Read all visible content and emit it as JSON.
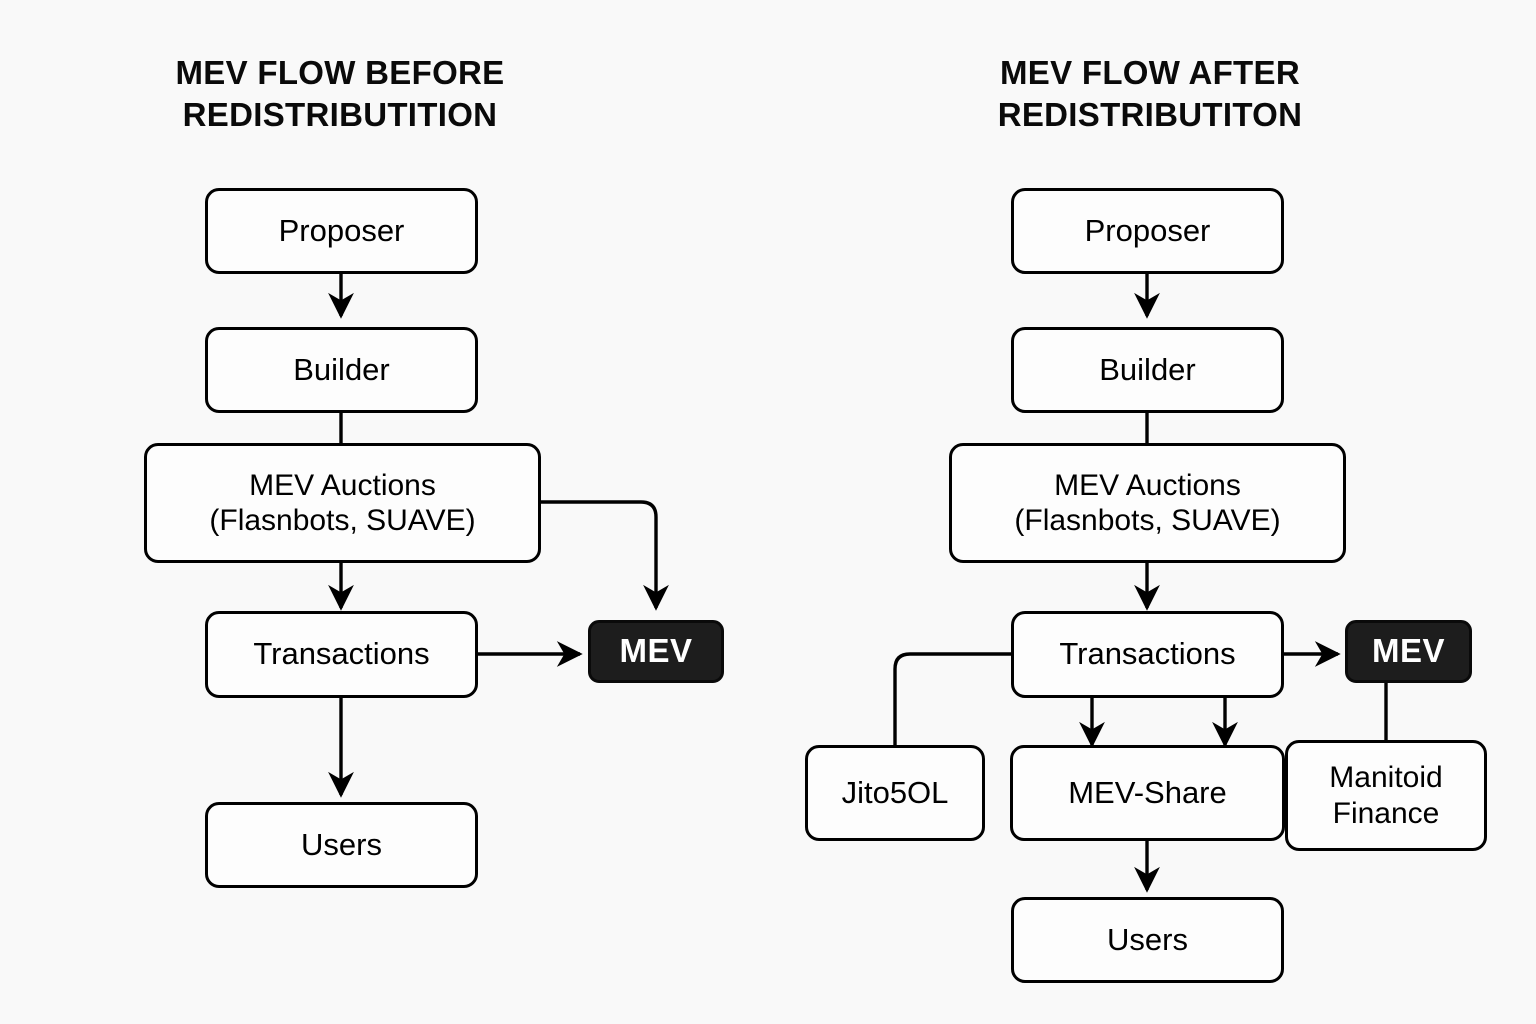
{
  "diagram": {
    "background_color": "#f9f9f9",
    "line_color": "#000000",
    "node_fill": "#fdfdfd",
    "mev_fill": "#1d1d1d",
    "mev_text_color": "#ffffff"
  },
  "panels": {
    "left": {
      "title": "MEV FLOW BEFORE\nREDISTRIBUTITION",
      "nodes": {
        "proposer": "Proposer",
        "builder": "Builder",
        "mev_auctions": "MEV Auctions\n(Flasnbots, SUAVE)",
        "transactions": "Transactions",
        "mev": "MEV",
        "users": "Users"
      }
    },
    "right": {
      "title": "MEV FLOW AFTER\nREDISTRIBUTITON",
      "nodes": {
        "proposer": "Proposer",
        "builder": "Builder",
        "mev_auctions": "MEV Auctions\n(Flasnbots, SUAVE)",
        "transactions": "Transactions",
        "mev": "MEV",
        "jito": "Jito5OL",
        "mev_share": "MEV-Share",
        "manitoid": "Manitoid\nFinance",
        "users": "Users"
      }
    }
  },
  "chart_data": {
    "type": "diagram",
    "title": "MEV flow before and after redistribution",
    "panels": [
      {
        "name": "MEV FLOW BEFORE REDISTRIBUTITION",
        "nodes": [
          "Proposer",
          "Builder",
          "MEV Auctions (Flasnbots, SUAVE)",
          "Transactions",
          "MEV",
          "Users"
        ],
        "edges": [
          {
            "from": "Proposer",
            "to": "Builder",
            "arrow": true
          },
          {
            "from": "Builder",
            "to": "MEV Auctions (Flasnbots, SUAVE)",
            "arrow": false
          },
          {
            "from": "MEV Auctions (Flasnbots, SUAVE)",
            "to": "Transactions",
            "arrow": true
          },
          {
            "from": "MEV Auctions (Flasnbots, SUAVE)",
            "to": "MEV",
            "arrow": true,
            "style": "elbow"
          },
          {
            "from": "Transactions",
            "to": "MEV",
            "arrow": true
          },
          {
            "from": "Transactions",
            "to": "Users",
            "arrow": true
          }
        ]
      },
      {
        "name": "MEV FLOW AFTER REDISTRIBUTITON",
        "nodes": [
          "Proposer",
          "Builder",
          "MEV Auctions (Flasnbots, SUAVE)",
          "Transactions",
          "MEV",
          "Jito5OL",
          "MEV-Share",
          "Manitoid Finance",
          "Users"
        ],
        "edges": [
          {
            "from": "Proposer",
            "to": "Builder",
            "arrow": true
          },
          {
            "from": "Builder",
            "to": "MEV Auctions (Flasnbots, SUAVE)",
            "arrow": false
          },
          {
            "from": "MEV Auctions (Flasnbots, SUAVE)",
            "to": "Transactions",
            "arrow": true
          },
          {
            "from": "Transactions",
            "to": "MEV",
            "arrow": true
          },
          {
            "from": "Transactions",
            "to": "Jito5OL",
            "arrow": false,
            "style": "elbow"
          },
          {
            "from": "Transactions",
            "to": "MEV-Share",
            "arrow": true
          },
          {
            "from": "Transactions",
            "to": "MEV-Share",
            "arrow": true,
            "note": "second arrow"
          },
          {
            "from": "MEV",
            "to": "Manitoid Finance",
            "arrow": false
          },
          {
            "from": "MEV-Share",
            "to": "Users",
            "arrow": true
          }
        ]
      }
    ]
  }
}
